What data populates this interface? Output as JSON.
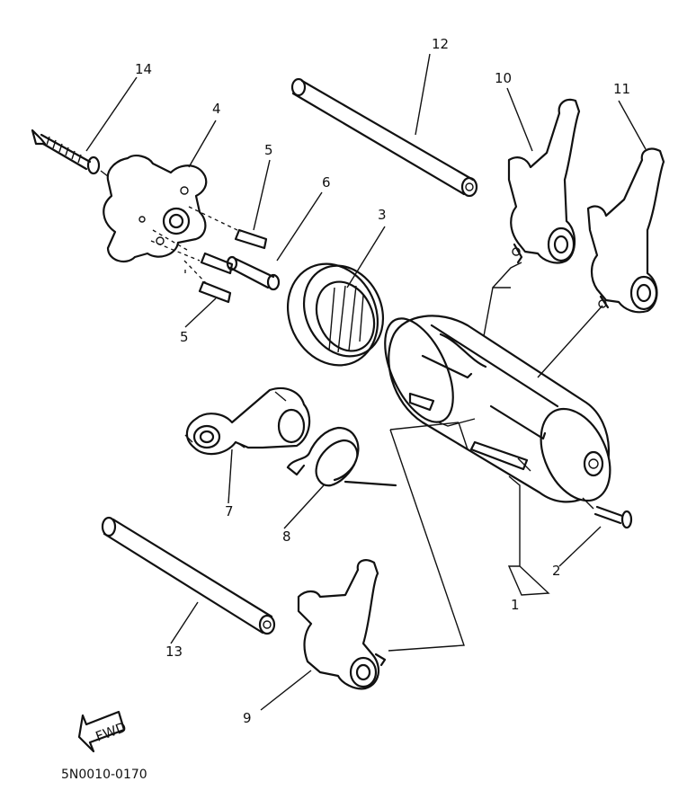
{
  "diagram": {
    "code": "5N0010-0170",
    "fwd_label": "FWD",
    "callouts": [
      {
        "id": "c1",
        "label": "1"
      },
      {
        "id": "c2",
        "label": "2"
      },
      {
        "id": "c3",
        "label": "3"
      },
      {
        "id": "c4",
        "label": "4"
      },
      {
        "id": "c5a",
        "label": "5"
      },
      {
        "id": "c5b",
        "label": "5"
      },
      {
        "id": "c6",
        "label": "6"
      },
      {
        "id": "c7",
        "label": "7"
      },
      {
        "id": "c8",
        "label": "8"
      },
      {
        "id": "c9",
        "label": "9"
      },
      {
        "id": "c10",
        "label": "10"
      },
      {
        "id": "c11",
        "label": "11"
      },
      {
        "id": "c12",
        "label": "12"
      },
      {
        "id": "c13",
        "label": "13"
      },
      {
        "id": "c14",
        "label": "14"
      }
    ]
  }
}
